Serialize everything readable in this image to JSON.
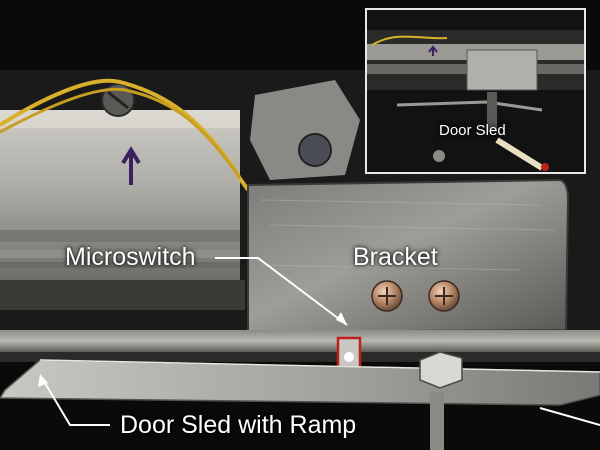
{
  "labels": {
    "microswitch": "Microswitch",
    "bracket": "Bracket",
    "door_sled_ramp": "Door Sled with Ramp",
    "inset_door_sled": "Door Sled"
  },
  "colors": {
    "background": "#0a0a0a",
    "label_text": "#ffffff",
    "inset_border": "#e8e8e8",
    "wire": "#d8b02a",
    "mark": "#c0201a"
  }
}
